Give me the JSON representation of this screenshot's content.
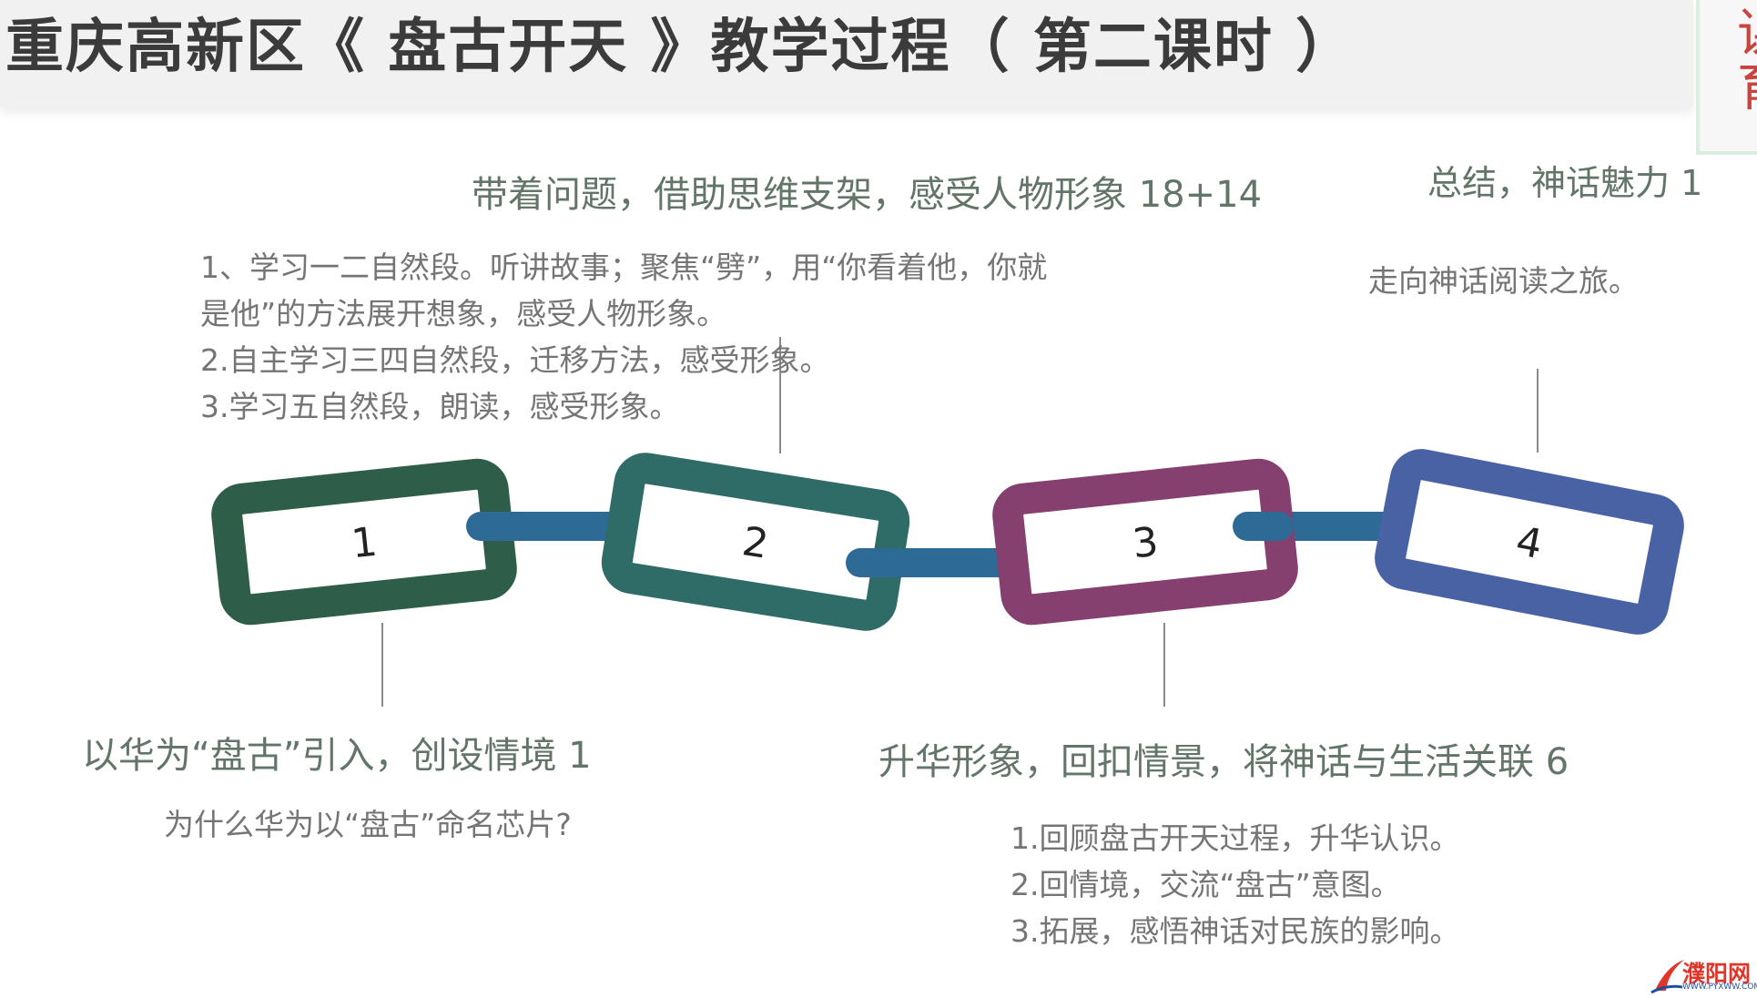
{
  "header": {
    "title": "重庆高新区《 盘古开天 》教学过程（ 第二课时 ）",
    "side_text": "课育"
  },
  "links": [
    {
      "number": "1",
      "color": "#2e5e49"
    },
    {
      "number": "2",
      "color": "#2f6b67"
    },
    {
      "number": "3",
      "color": "#86406f"
    },
    {
      "number": "4",
      "color": "#4962a4"
    }
  ],
  "connector_color": "#2d6a95",
  "phase1": {
    "title": "以华为“盘古”引入，创设情境 1",
    "detail": "为什么华为以“盘古”命名芯片?"
  },
  "phase2": {
    "title": "带着问题，借助思维支架，感受人物形象 18+14",
    "details": [
      "1、学习一二自然段。听讲故事；聚焦“劈”，用“你看着他，你就",
      "是他”的方法展开想象，感受人物形象。",
      "2.自主学习三四自然段，迁移方法，感受形象。",
      "3.学习五自然段，朗读，感受形象。"
    ]
  },
  "phase3": {
    "title": "升华形象，回扣情景，将神话与生活关联 6",
    "details": [
      "1.回顾盘古开天过程，升华认识。",
      "2.回情境，交流“盘古”意图。",
      "3.拓展，感悟神话对民族的影响。"
    ]
  },
  "phase4": {
    "title": "总结，神话魅力 1",
    "detail": "走向神话阅读之旅。"
  },
  "watermark": {
    "name": "濮阳网",
    "url": "WWW.PYXWW.COM"
  }
}
